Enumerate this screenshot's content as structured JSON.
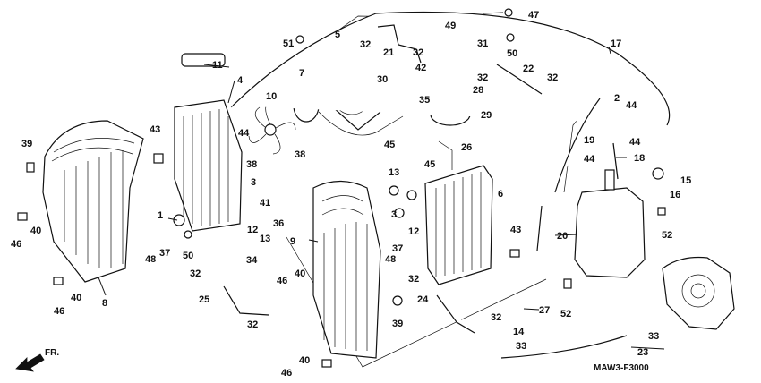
{
  "diagram_code": "MAW3-F3000",
  "direction_label": "FR.",
  "callouts": {
    "c1": "1",
    "c2": "2",
    "c3a": "3",
    "c3b": "3",
    "c4": "4",
    "c5": "5",
    "c6": "6",
    "c7": "7",
    "c8": "8",
    "c9": "9",
    "c10": "10",
    "c11": "11",
    "c12a": "12",
    "c12b": "12",
    "c13a": "13",
    "c13b": "13",
    "c14": "14",
    "c15": "15",
    "c16": "16",
    "c17": "17",
    "c18": "18",
    "c19": "19",
    "c20": "20",
    "c21": "21",
    "c22": "22",
    "c23": "23",
    "c24": "24",
    "c25": "25",
    "c26": "26",
    "c27": "27",
    "c28": "28",
    "c29": "29",
    "c30": "30",
    "c31": "31",
    "c32a": "32",
    "c32b": "32",
    "c32c": "32",
    "c32d": "32",
    "c32e": "32",
    "c32f": "32",
    "c32g": "32",
    "c32h": "32",
    "c33a": "33",
    "c33b": "33",
    "c34": "34",
    "c35": "35",
    "c36": "36",
    "c37a": "37",
    "c37b": "37",
    "c38a": "38",
    "c38b": "38",
    "c39a": "39",
    "c39b": "39",
    "c40a": "40",
    "c40b": "40",
    "c40c": "40",
    "c40d": "40",
    "c41": "41",
    "c42": "42",
    "c43a": "43",
    "c43b": "43",
    "c44a": "44",
    "c44b": "44",
    "c44c": "44",
    "c44d": "44",
    "c45a": "45",
    "c45b": "45",
    "c46a": "46",
    "c46b": "46",
    "c46c": "46",
    "c46d": "46",
    "c47": "47",
    "c48a": "48",
    "c48b": "48",
    "c49": "49",
    "c50a": "50",
    "c50b": "50",
    "c51": "51",
    "c52a": "52",
    "c52b": "52"
  }
}
